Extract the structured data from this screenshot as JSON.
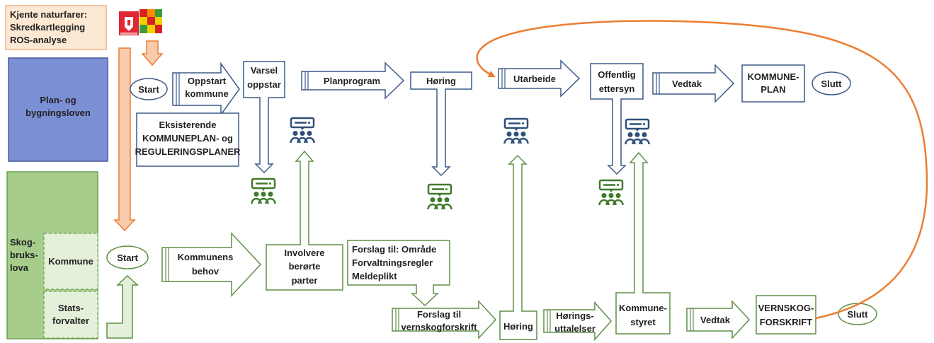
{
  "sources": {
    "lines": [
      "Kjente naturfarer:",
      "Skredkartlegging",
      "ROS-analyse"
    ],
    "icons": [
      "norway-coat-of-arms-icon",
      "hazard-map-icon"
    ]
  },
  "lanes": {
    "pbl": [
      "Plan- og",
      "bygningsloven"
    ],
    "skog": [
      "Skog-",
      "bruks-",
      "lova"
    ],
    "kommune": "Kommune",
    "statsforvalter": [
      "Stats-",
      "forvalter"
    ]
  },
  "pbl_flow": {
    "start": "Start",
    "oppstart": [
      "Oppstart",
      "kommune"
    ],
    "varsel": [
      "Varsel",
      "oppstar"
    ],
    "planprogram": "Planprogram",
    "horing": "Høring",
    "utarbeide": "Utarbeide",
    "offentlig": [
      "Offentlig",
      "ettersyn"
    ],
    "vedtak": "Vedtak",
    "kommuneplan": [
      "KOMMUNE-",
      "PLAN"
    ],
    "slutt": "Slutt",
    "eksisterende": [
      "Eksisterende",
      "KOMMUNEPLAN- og",
      "REGULERINGSPLANER"
    ]
  },
  "skog_flow": {
    "start": "Start",
    "behov": [
      "Kommunens",
      "behov"
    ],
    "involvere": [
      "Involvere",
      "berørte",
      "parter"
    ],
    "forslag_omrade": [
      "Forslag til: Område",
      "Forvaltningsregler",
      "Meldeplikt"
    ],
    "forslag_forskrift": [
      "Forslag til",
      "vernskogforskrift"
    ],
    "horing": "Høring",
    "horingsuttalelser": [
      "Hørings-",
      "uttalelser"
    ],
    "kommunestyret": [
      "Kommune-",
      "styret"
    ],
    "vedtak": "Vedtak",
    "vernskogforskrift": [
      "VERNSKOG-",
      "FORSKRIFT"
    ],
    "slutt": "Slutt"
  },
  "icons": [
    "meeting-icon"
  ],
  "colors": {
    "orange": "#ed7d31",
    "orange_fill": "#fde9d3",
    "blue_lane": "#7b8fd4",
    "blue_border": "#4a5a99",
    "blue_shape": "#3d5a8a",
    "green_lane": "#a6cd8c",
    "green_light": "#e4f0da",
    "green_shape": "#5f8f46",
    "green_icon": "#3f7a2b"
  }
}
